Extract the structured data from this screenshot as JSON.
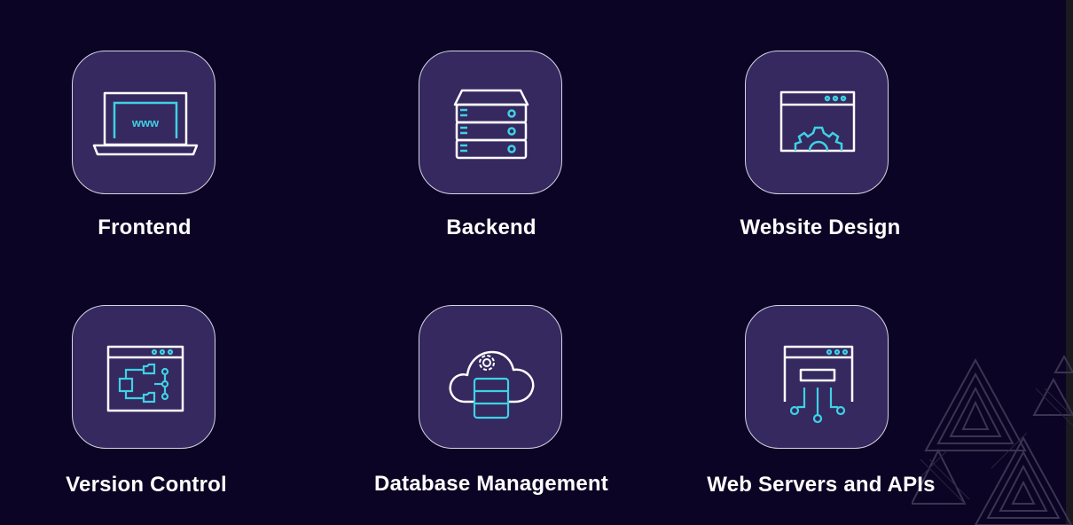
{
  "services": [
    {
      "label": "Frontend",
      "icon": "laptop-www-icon",
      "www_text": "www"
    },
    {
      "label": "Backend",
      "icon": "server-rack-icon"
    },
    {
      "label": "Website Design",
      "icon": "browser-gear-icon"
    },
    {
      "label": "Version Control",
      "icon": "browser-flowchart-icon"
    },
    {
      "label": "Database Management",
      "icon": "cloud-database-icon"
    },
    {
      "label": "Web Servers and APIs",
      "icon": "browser-api-icon"
    }
  ],
  "colors": {
    "background": "#0b0424",
    "tile": "#35295f",
    "tile_border": "#d8d4e6",
    "icon_white": "#ffffff",
    "icon_accent": "#3fd1e4"
  }
}
